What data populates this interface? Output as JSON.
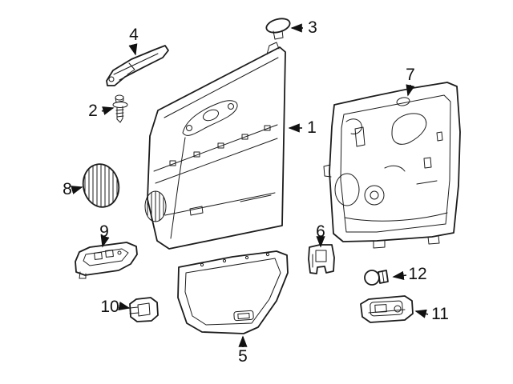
{
  "page": {
    "background_color": "#ffffff",
    "line_color": "#1c1c1c"
  },
  "diagram": {
    "type": "exploded-parts-diagram",
    "subject": "door-trim-panel-assembly",
    "callouts": [
      {
        "label": "1",
        "part": "door-trim-panel"
      },
      {
        "label": "2",
        "part": "screw"
      },
      {
        "label": "3",
        "part": "cap"
      },
      {
        "label": "4",
        "part": "pull-handle-bracket"
      },
      {
        "label": "5",
        "part": "lower-pocket-trim"
      },
      {
        "label": "6",
        "part": "bracket"
      },
      {
        "label": "7",
        "part": "inner-liner-panel"
      },
      {
        "label": "8",
        "part": "speaker-grille"
      },
      {
        "label": "9",
        "part": "switch-bezel"
      },
      {
        "label": "10",
        "part": "retainer-clip"
      },
      {
        "label": "11",
        "part": "courtesy-lamp"
      },
      {
        "label": "12",
        "part": "bulb-socket"
      }
    ]
  }
}
